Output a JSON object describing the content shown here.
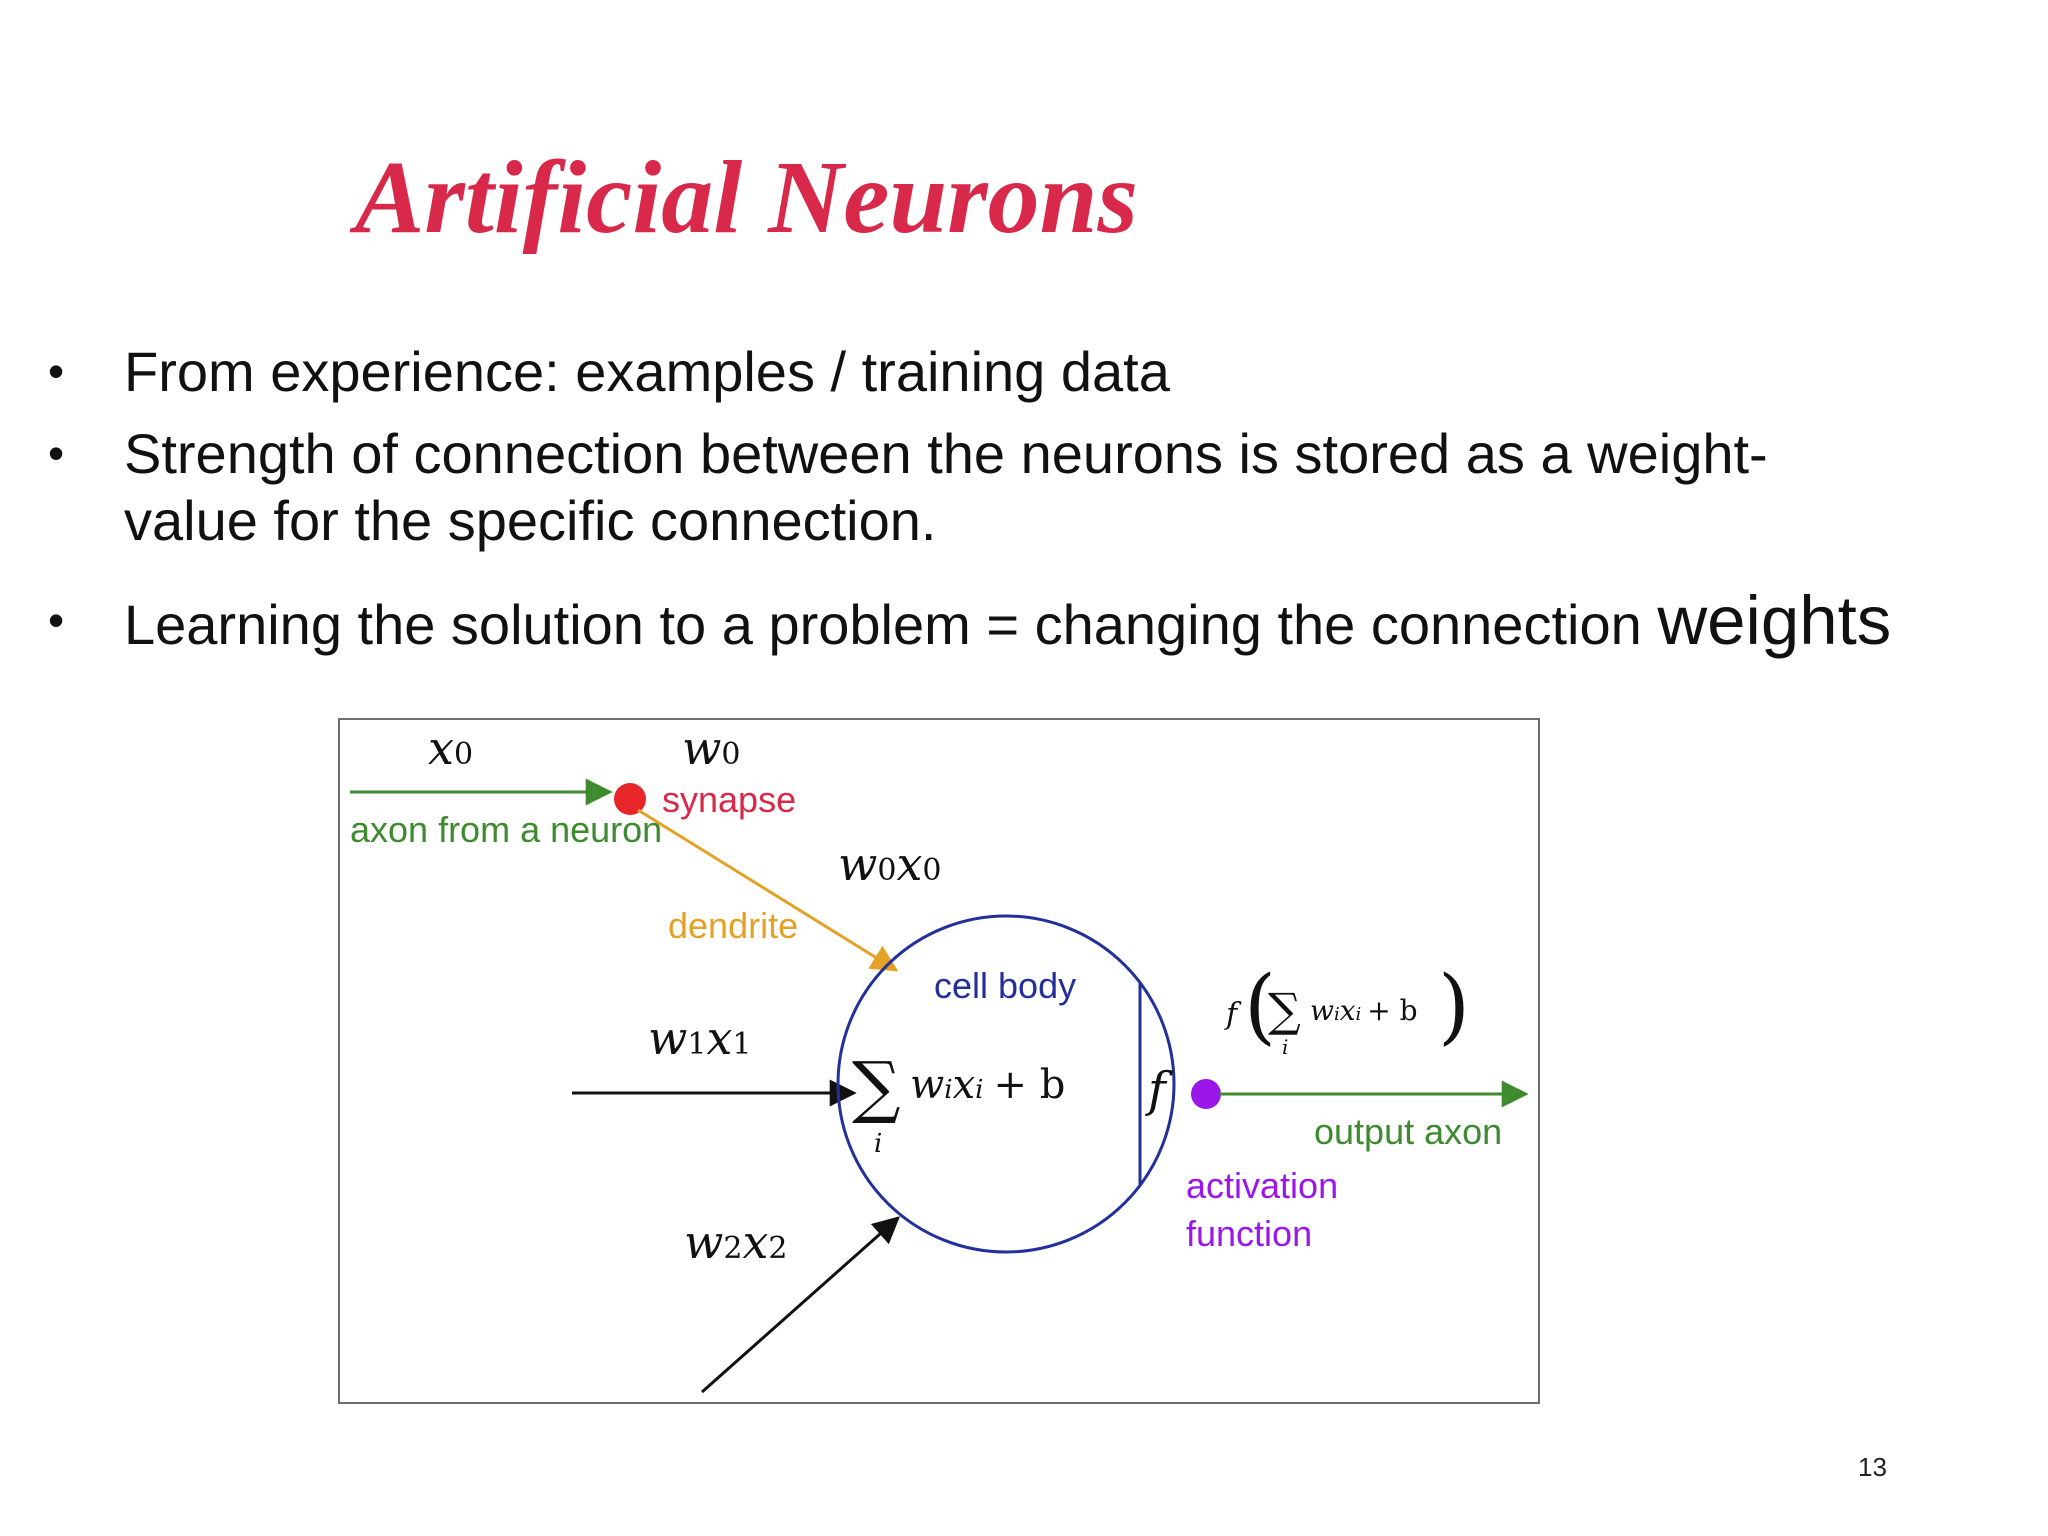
{
  "slide": {
    "title": "Artificial Neurons",
    "bullets": [
      {
        "text": "From experience: examples / training data"
      },
      {
        "line1": "Strength of connection between the neurons is stored as a weight-",
        "line2": "value for the specific connection."
      },
      {
        "text": "Learning the solution to a problem = changing the connection",
        "emphasis": "weights"
      }
    ],
    "bullet_glyph": "•",
    "page_number": "13"
  },
  "diagram": {
    "labels": {
      "x0": "x",
      "x0_sub": "0",
      "w0": "w",
      "w0_sub": "0",
      "synapse": "synapse",
      "axon_from_neuron": "axon from a neuron",
      "w0x0_w": "w",
      "w0x0_wsub": "0",
      "w0x0_x": "x",
      "w0x0_xsub": "0",
      "dendrite": "dendrite",
      "cell_body": "cell body",
      "w1x1_w": "w",
      "w1x1_wsub": "1",
      "w1x1_x": "x",
      "w1x1_xsub": "1",
      "w2x2_w": "w",
      "w2x2_wsub": "2",
      "w2x2_x": "x",
      "w2x2_xsub": "2",
      "sum_symbol": "∑",
      "sum_index": "i",
      "sum_body": "w",
      "sum_body_wsub": "i",
      "sum_body_x": "x",
      "sum_body_xsub": "i",
      "sum_plus_b": "+ b",
      "f_symbol": "f",
      "output_formula_f": "f",
      "output_formula_lparen": "(",
      "output_formula_rparen": ")",
      "output_axon": "output axon",
      "activation_line1": "activation",
      "activation_line2": "function"
    },
    "colors": {
      "axon_green": "#3e8a2e",
      "synapse_red": "#e8262a",
      "dendrite_orange": "#e5a126",
      "cell_blue": "#23309a",
      "activation_purple": "#9b16e8",
      "black": "#111111",
      "title_red": "#d8294a"
    }
  }
}
